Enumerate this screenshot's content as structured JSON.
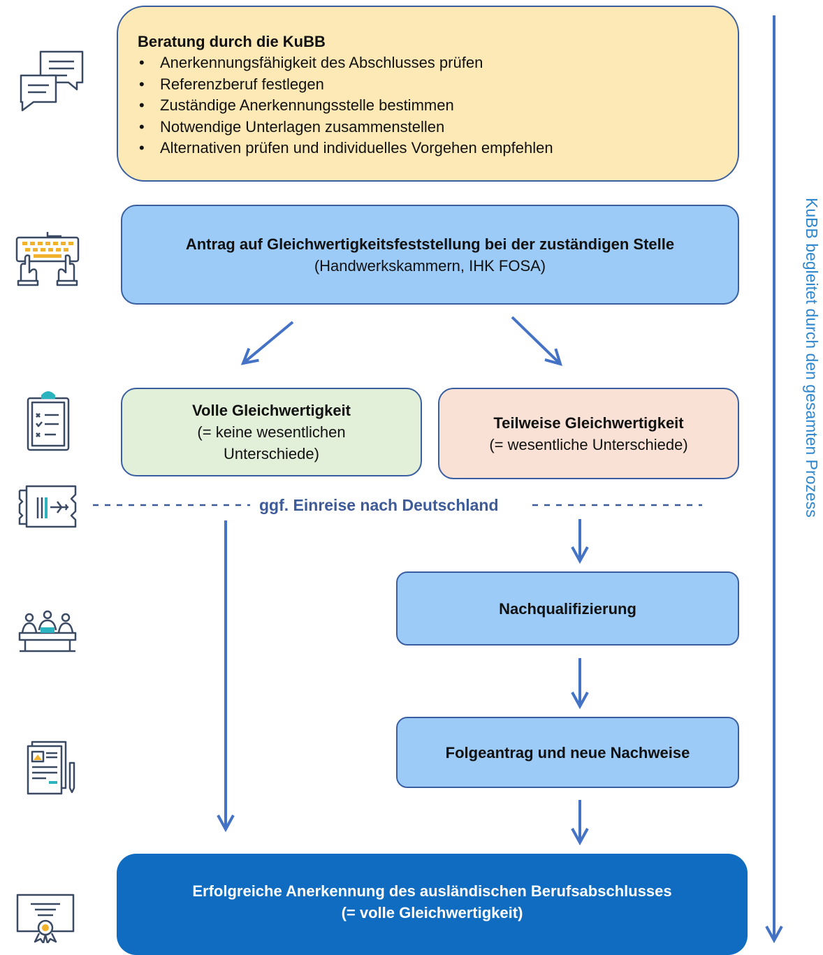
{
  "beratung": {
    "title": "Beratung durch die KuBB",
    "items": [
      "Anerkennungsfähigkeit des Abschlusses prüfen",
      "Referenzberuf festlegen",
      "Zuständige Anerkennungsstelle bestimmen",
      "Notwendige Unterlagen zusammenstellen",
      "Alternativen prüfen und individuelles Vorgehen empfehlen"
    ]
  },
  "antrag": {
    "title": "Antrag auf Gleichwertigkeitsfeststellung bei der zuständigen Stelle",
    "subtitle": "(Handwerkskammern, IHK FOSA)"
  },
  "volle": {
    "title": "Volle Gleichwertigkeit",
    "line1": "(= keine wesentlichen",
    "line2": "Unterschiede)"
  },
  "teilweise": {
    "title": "Teilweise Gleichwertigkeit",
    "subtitle": "(= wesentliche Unterschiede)"
  },
  "einreise": "ggf. Einreise nach Deutschland",
  "nachqualifizierung": "Nachqualifizierung",
  "folgeantrag": "Folgeantrag und neue Nachweise",
  "erfolg": {
    "line1": "Erfolgreiche Anerkennung des ausländischen Berufsabschlusses",
    "line2": "(= volle Gleichwertigkeit)"
  },
  "side_label": "KuBB begleitet durch den gesamten Prozess",
  "colors": {
    "beratung_fill": "#fde9b6",
    "blue_box_fill": "#9dcbf8",
    "volle_fill": "#e2efd9",
    "teilweise_fill": "#f9e2d5",
    "erfolg_fill": "#0f6cc1",
    "arrow": "#4472c4",
    "side_label": "#2e86cc"
  },
  "icons": [
    "chat-bubbles-icon",
    "keyboard-typing-icon",
    "checklist-clipboard-icon",
    "plane-ticket-icon",
    "classroom-meeting-icon",
    "documents-pen-icon",
    "certificate-icon"
  ]
}
